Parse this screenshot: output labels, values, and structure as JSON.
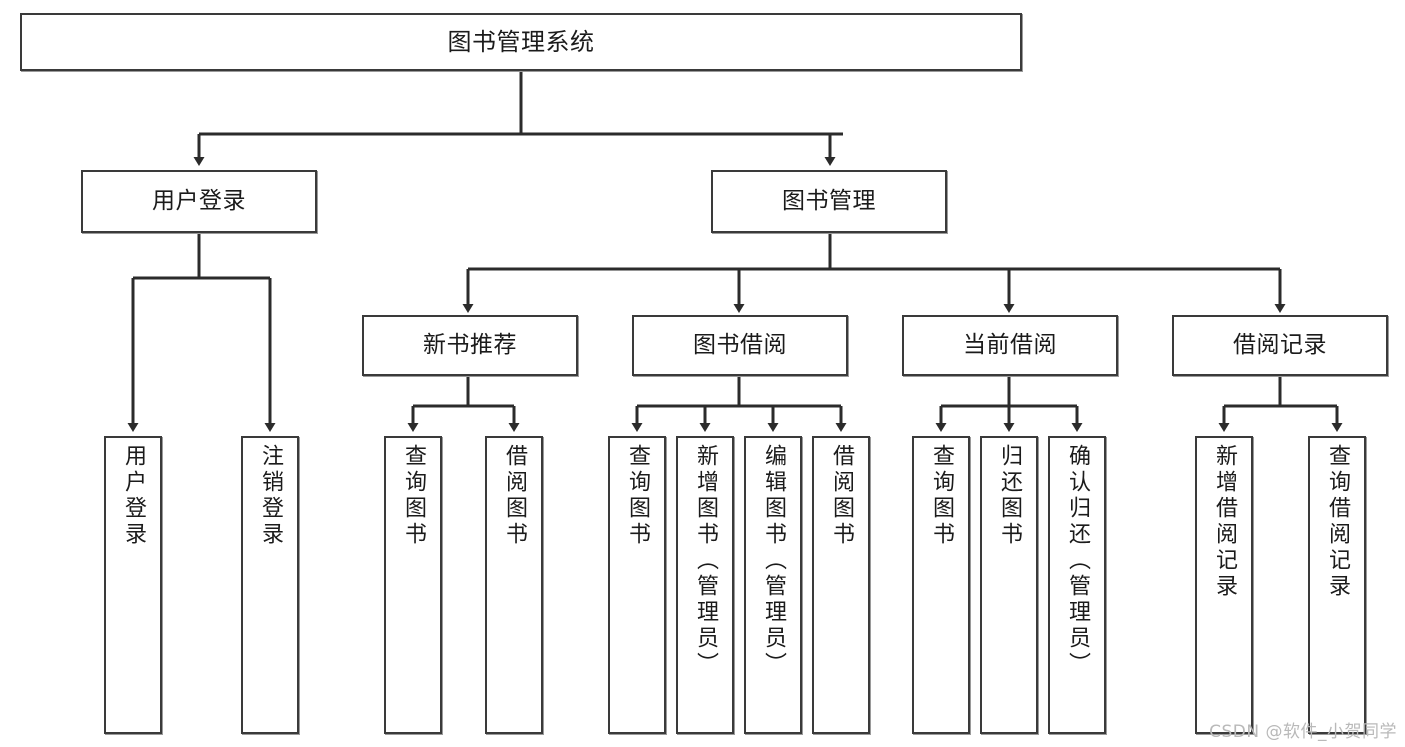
{
  "diagram": {
    "title": "图书管理系统",
    "type": "tree",
    "watermark": "CSDN @软件_小贺同学",
    "colors": {
      "node_border": "#3a3a3a",
      "node_fill": "#ffffff",
      "edge": "#2b2b2b",
      "text": "#1b1b1b",
      "watermark": "#b9b9b9",
      "background": "#ffffff"
    },
    "nodes": {
      "root": {
        "label": "图书管理系统"
      },
      "level2": [
        {
          "id": "user-login",
          "label": "用户登录"
        },
        {
          "id": "book-manage",
          "label": "图书管理"
        }
      ],
      "level3": [
        {
          "id": "new-book-rec",
          "label": "新书推荐"
        },
        {
          "id": "book-borrow",
          "label": "图书借阅"
        },
        {
          "id": "current-borrow",
          "label": "当前借阅"
        },
        {
          "id": "borrow-record",
          "label": "借阅记录"
        }
      ],
      "leaves": {
        "user-login": [
          {
            "id": "leaf-user-login",
            "label": "用户登录"
          },
          {
            "id": "leaf-logout",
            "label": "注销登录"
          }
        ],
        "new-book-rec": [
          {
            "id": "leaf-query-book-1",
            "label": "查询图书"
          },
          {
            "id": "leaf-borrow-book-1",
            "label": "借阅图书"
          }
        ],
        "book-borrow": [
          {
            "id": "leaf-query-book-2",
            "label": "查询图书"
          },
          {
            "id": "leaf-add-book",
            "label": "新增图书（管理员）"
          },
          {
            "id": "leaf-edit-book",
            "label": "编辑图书（管理员）"
          },
          {
            "id": "leaf-borrow-book-2",
            "label": "借阅图书"
          }
        ],
        "current-borrow": [
          {
            "id": "leaf-query-book-3",
            "label": "查询图书"
          },
          {
            "id": "leaf-return-book",
            "label": "归还图书"
          },
          {
            "id": "leaf-confirm-return",
            "label": "确认归还（管理员）"
          }
        ],
        "borrow-record": [
          {
            "id": "leaf-add-record",
            "label": "新增借阅记录"
          },
          {
            "id": "leaf-query-record",
            "label": "查询借阅记录"
          }
        ]
      }
    }
  }
}
